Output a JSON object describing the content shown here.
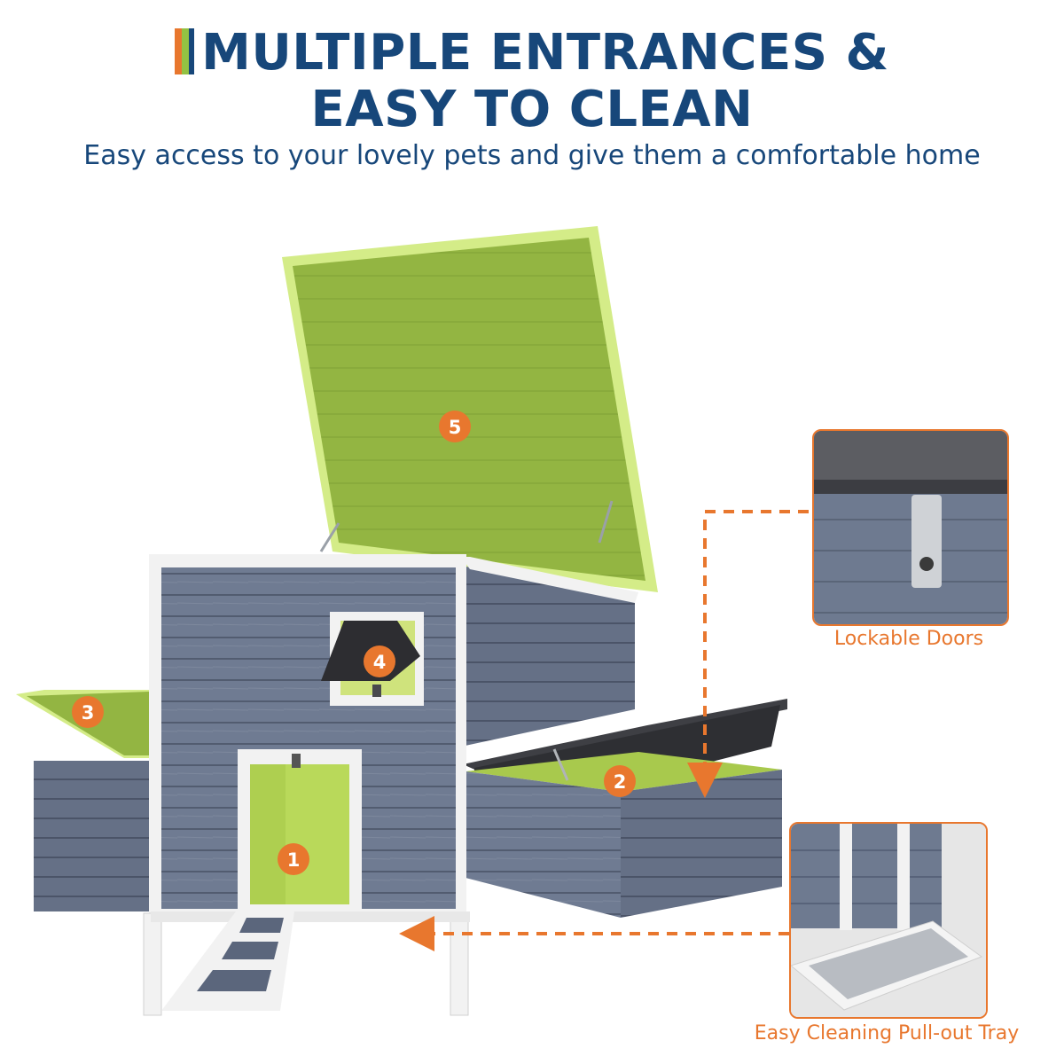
{
  "header": {
    "title_line1": "MULTIPLE ENTRANCES &",
    "title_line2": "EASY TO CLEAN",
    "subtitle": "Easy access to your lovely pets and give them a comfortable home"
  },
  "markers": [
    {
      "id": "1",
      "label": "1"
    },
    {
      "id": "2",
      "label": "2"
    },
    {
      "id": "3",
      "label": "3"
    },
    {
      "id": "4",
      "label": "4"
    },
    {
      "id": "5",
      "label": "5"
    }
  ],
  "callouts": {
    "lock": {
      "caption": "Lockable Doors"
    },
    "tray": {
      "caption": "Easy Cleaning Pull-out Tray"
    }
  },
  "colors": {
    "title": "#17477a",
    "accent_orange": "#e8772e",
    "roof_green": "#93b542",
    "wood_gray": "#6e7a90",
    "trim_white": "#f5f5f5"
  }
}
